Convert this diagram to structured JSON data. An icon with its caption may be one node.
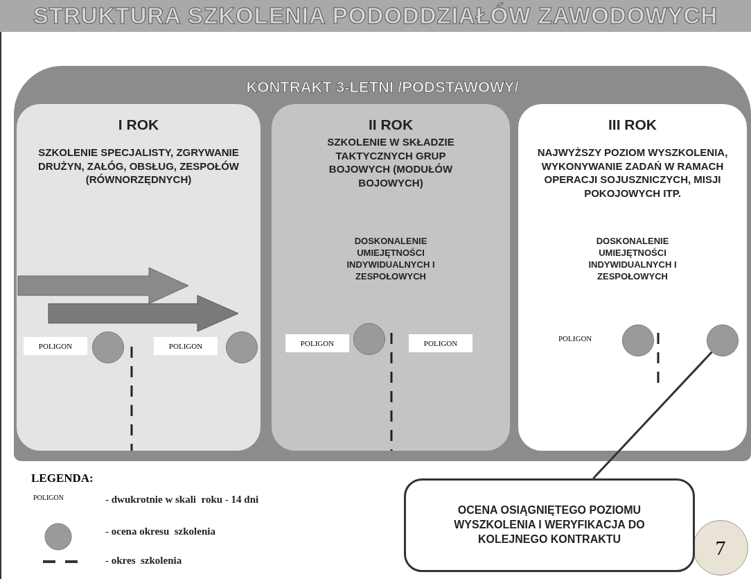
{
  "diagram": {
    "title": "STRUKTURA SZKOLENIA PODODDZIAŁÓW ZAWODOWYCH",
    "nodes": [
      {
        "text": [
          "KONTRAKT 3-LETNI /PODSTAWOWY/"
        ]
      },
      {
        "text": [
          "I ROK",
          "SZKOLENIE SPECJALISTY, ZGRYWANIE DRUŻYN, ZAŁÓG, OBSŁUG, ZESPOŁÓW (RÓWNORZĘDNYCH)"
        ],
        "in": 0
      },
      {
        "text": [
          "POLIGON"
        ],
        "in": 1
      },
      {
        "text": [],
        "shape": "circle",
        "in": 1
      },
      {
        "text": [
          "POLIGON"
        ],
        "in": 1
      },
      {
        "text": [],
        "shape": "circle",
        "in": 1
      },
      {
        "text": [
          "II ROK",
          "SZKOLENIE W SKŁADZIE TAKTYCZNYCH GRUP BOJOWYCH (MODUŁÓW BOJOWYCH)",
          "DOSKONALENIE UMIEJĘTNOŚCI INDYWIDUALNYCH I ZESPOŁOWYCH"
        ],
        "in": 0
      },
      {
        "text": [
          "POLIGON"
        ],
        "in": 6
      },
      {
        "text": [],
        "shape": "circle",
        "in": 6
      },
      {
        "text": [
          "POLIGON"
        ],
        "in": 6
      },
      {
        "text": [
          "III ROK",
          "NAJWYŻSZY POZIOM WYSZKOLENIA, WYKONYWANIE ZADAŃ W RAMACH OPERACJI SOJUSZNICZYCH, MISJI POKOJOWYCH ITP.",
          "DOSKONALENIE UMIEJĘTNOŚCI INDYWIDUALNYCH I ZESPOŁOWYCH"
        ],
        "in": 0
      },
      {
        "text": [],
        "shape": "circle",
        "in": 10
      },
      {
        "text": [],
        "shape": "circle",
        "in": 10
      },
      {
        "text": [
          "OCENA OSIĄGNIĘTEGO POZIOMU WYSZKOLENIA I WERYFIKACJA DO KOLEJNEGO KONTRAKTU"
        ]
      },
      {
        "text": [
          "7"
        ]
      }
    ],
    "edges": [
      {
        "from": 13,
        "to": 12,
        "arrow": "none"
      }
    ],
    "labels": [
      "POLIGON",
      "LEGENDA:",
      "POLIGON"
    ],
    "legend": [
      {
        "text": "- dwukrotnie w skali  roku - 14 dni"
      },
      {
        "text": "- ocena okresu  szkolenia"
      },
      {
        "text": "- okres  szkolenia"
      }
    ]
  }
}
